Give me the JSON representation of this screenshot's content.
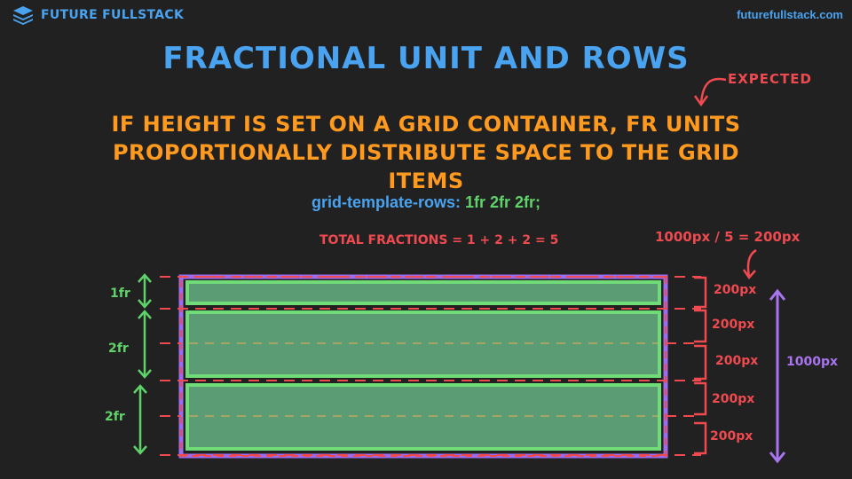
{
  "header": {
    "brand_name": "FUTURE FULLSTACK",
    "site_url": "futurefullstack.com",
    "logo_icon": "stacked-layers-icon"
  },
  "title": "FRACTIONAL UNIT AND ROWS",
  "subtitle_line1": "IF HEIGHT IS SET ON A GRID CONTAINER, FR UNITS",
  "subtitle_line2": "PROPORTIONALLY DISTRIBUTE SPACE TO THE GRID ITEMS",
  "annotation_expected": "EXPECTED",
  "code": {
    "property": "grid-template-rows:",
    "value": "1fr 2fr 2fr;"
  },
  "total_fractions": "TOTAL FRACTIONS = 1 + 2 + 2 = 5",
  "formula": "1000px / 5 = 200px",
  "rows": [
    {
      "label": "1fr",
      "fr": 1
    },
    {
      "label": "2fr",
      "fr": 2
    },
    {
      "label": "2fr",
      "fr": 2
    }
  ],
  "segment_labels": [
    "200px",
    "200px",
    "200px",
    "200px",
    "200px"
  ],
  "container_height_label": "1000px",
  "colors": {
    "background": "#212121",
    "brand_blue": "#4aa3f0",
    "subtitle_orange": "#ff9a1f",
    "annotation_red": "#ef4a50",
    "fr_green": "#5fd36a",
    "container_purple": "#9b6cf0",
    "item_fill": "#5b9c74",
    "item_border": "#6fdc78"
  }
}
